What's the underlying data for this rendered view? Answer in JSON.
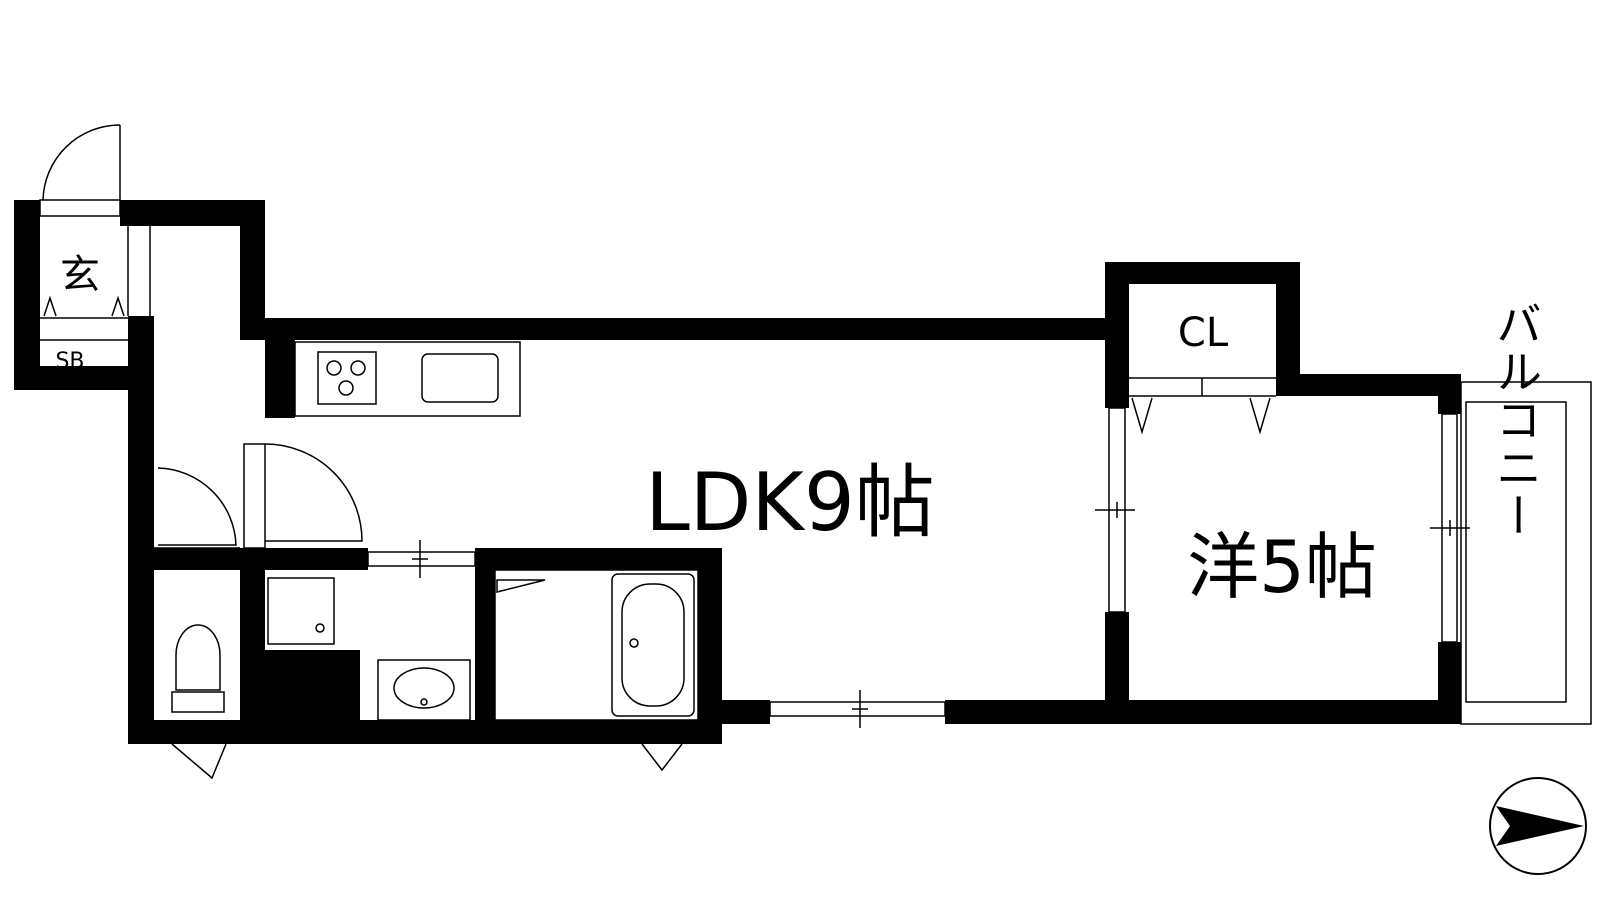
{
  "rooms": {
    "ldk": "LDK9帖",
    "western": "洋5帖",
    "closet": "CL",
    "entrance": "玄",
    "shoe_box": "SB",
    "balcony": "バルコニー"
  },
  "colors": {
    "wall": "#000000",
    "line": "#000000",
    "background": "#ffffff"
  },
  "compass": {
    "icon": "north-arrow-icon"
  }
}
